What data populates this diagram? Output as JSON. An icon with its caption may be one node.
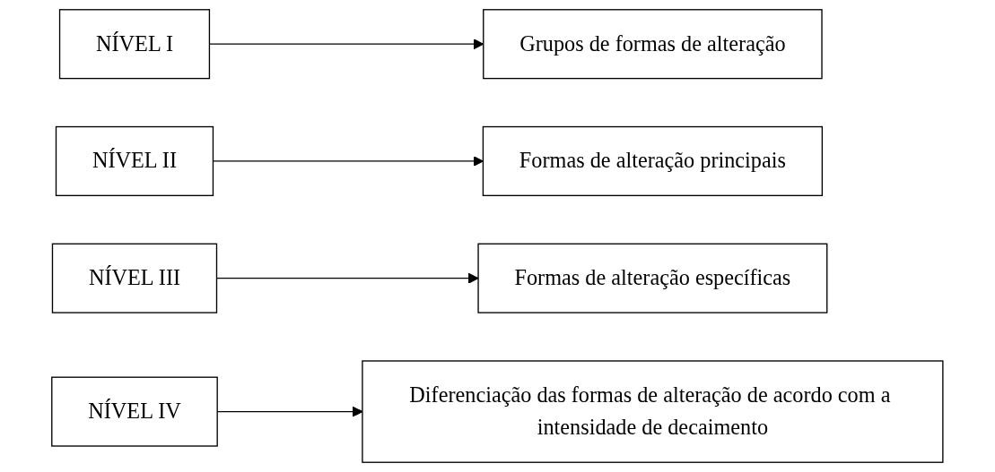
{
  "diagram": {
    "nodes": [
      {
        "text": [
          "NÍVEL I"
        ]
      },
      {
        "text": [
          "Grupos de formas de alteração"
        ]
      },
      {
        "text": [
          "NÍVEL II"
        ]
      },
      {
        "text": [
          "Formas de alteração principais"
        ]
      },
      {
        "text": [
          "NÍVEL III"
        ]
      },
      {
        "text": [
          "Formas de alteração específicas"
        ]
      },
      {
        "text": [
          "NÍVEL IV"
        ]
      },
      {
        "text": [
          "Diferenciação das formas de alteração de acordo com a intensidade de decaimento"
        ]
      }
    ],
    "edges": [
      {
        "from": 0,
        "to": 1,
        "arrow": "to"
      },
      {
        "from": 2,
        "to": 3,
        "arrow": "to"
      },
      {
        "from": 4,
        "to": 5,
        "arrow": "to"
      },
      {
        "from": 6,
        "to": 7,
        "arrow": "to"
      }
    ]
  }
}
